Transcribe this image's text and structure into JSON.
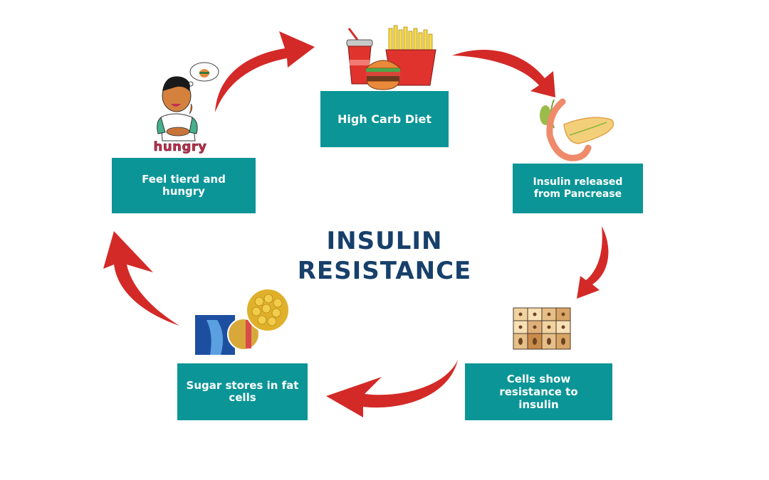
{
  "title": {
    "line1": "INSULIN",
    "line2": "RESISTANCE"
  },
  "steps": [
    {
      "id": "high-carb-diet",
      "label": "High Carb Diet",
      "icon": "fast-food-icon"
    },
    {
      "id": "insulin-released",
      "label": "Insulin released from Pancrease",
      "icon": "pancreas-icon"
    },
    {
      "id": "cells-resistance",
      "label": "Cells show resistance to insulin",
      "icon": "cells-icon"
    },
    {
      "id": "sugar-fat-cells",
      "label": "Sugar stores in fat cells",
      "icon": "fat-cells-icon"
    },
    {
      "id": "tired-hungry",
      "label": "Feel tierd and hungry",
      "icon": "hungry-person-icon"
    }
  ],
  "hungry_caption": "hungry",
  "colors": {
    "box": "#0b9597",
    "arrow": "#d32a27",
    "title": "#17406b",
    "box_text": "#ffffff"
  }
}
